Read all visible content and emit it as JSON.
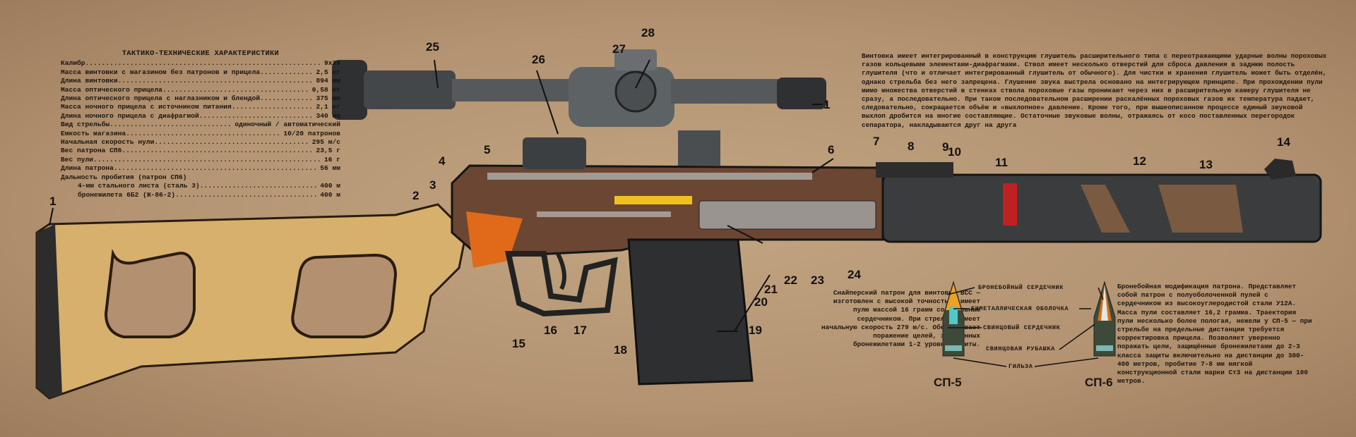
{
  "specs": {
    "title": "ТАКТИКО-ТЕХНИЧЕСКИЕ ХАРАКТЕРИСТИКИ",
    "rows": [
      {
        "label": "Калибр",
        "value": "9x39"
      },
      {
        "label": "Масса винтовки с магазином без патронов и прицела",
        "value": "2,5 кг"
      },
      {
        "label": "Длина винтовки",
        "value": "894 мм"
      },
      {
        "label": "Масса оптического прицела",
        "value": "0,58 кг"
      },
      {
        "label": "Длина оптического прицела с наглазником и блендой",
        "value": "375 мм"
      },
      {
        "label": "Масса ночного прицела с источником питания",
        "value": "2,1 кг"
      },
      {
        "label": "Длина ночного прицела с диафрагмой",
        "value": "340 мм"
      },
      {
        "label": "Вид стрельбы",
        "value": "одиночный / автоматический"
      },
      {
        "label": "Емкость магазина",
        "value": "10/20 патронов"
      },
      {
        "label": "Начальная скорость нули",
        "value": "295 м/с"
      },
      {
        "label": "Вес патрона СП6",
        "value": "23,5 г"
      },
      {
        "label": "Вес пули",
        "value": "16 г"
      },
      {
        "label": "Длина патрона",
        "value": "56 мм"
      }
    ],
    "penetration_title": "Дальность пробития (патрон СП6)",
    "penetration": [
      {
        "label": "4-мм стального листа (сталь 3)",
        "value": "400 м"
      },
      {
        "label": "бронежилета 6Б2 (Ж-86-2)",
        "value": "400 м"
      }
    ]
  },
  "description_top": "Винтовка имеет интегрированный в конструкцию глушитель расширительного типа с переотражающими ударные волны пороховых газов кольцевыми элементами-диафрагмами. Ствол имеет несколько отверстий для сброса давления в заднюю полость глушителя (что и отличает интегрированный глушитель от обычного). Для чистки и хранения глушитель может быть отделён, однако стрельба без него запрещена. Глушение звука выстрела основано на интегрирующем принципе. При прохождении пули мимо множества отверстий в стенках ствола пороховые газы проникают через них в расширительную камеру глушителя не сразу, а последовательно. При таком последовательном расширении раскалённых пороховых газов их температура падает, следовательно, сокращается объём и «выхлопное» давление. Кроме того, при вышеописанном процессе единый звуковой выхлоп дробится на многие составляющие. Остаточные звуковые волны, отражаясь от косо поставленных перегородок сепаратора, накладываются друг на друга",
  "sp5": {
    "name": "СП-5",
    "description": "Снайперский патрон для винтовки ВСС — изготовлен с высокой точностью, имеет пулю массой 16 грамм со стальным сердечником. При стрельбе имеет начальную скорость 279 м/с. Обеспечивает поражение целей, защищённых бронежилетами 1-2 уровня защиты."
  },
  "sp6": {
    "name": "СП-6",
    "description": "Бронебойная модификация патрона. Представляет собой патрон с полуоболоченной пулей с сердечником из высокоуглеродистой стали У12А. Масса пули составляет 16,2 грамма. Траектория пули несколько более пологая, нежели у СП-5 — при стрельбе на предельные дистанции требуется корректировка прицела. Позволяет уверенно поражать цели, защищённые бронежилетами до 2-3 класса защиты включительно на дистанции до 300-400 метров, пробитие 7-8 мм мягкой конструкционной стали марки Ст3 на дистанции 100 метров."
  },
  "cartridge_labels": {
    "armor_core": "БРОНЕБОЙНЫЙ СЕРДЕЧНИК",
    "bimetal_jacket": "БИМЕТАЛЛИЧЕСКАЯ ОБОЛОЧКА",
    "lead_core": "СВИНЦОВЫЙ СЕРДЕЧНИК",
    "lead_jacket": "СВИНЦОВАЯ РУБАШКА",
    "case": "ГИЛЬЗА"
  },
  "callouts": [
    "1",
    "1",
    "2",
    "3",
    "4",
    "5",
    "6",
    "7",
    "8",
    "9",
    "10",
    "11",
    "12",
    "13",
    "14",
    "15",
    "16",
    "17",
    "18",
    "19",
    "20",
    "21",
    "22",
    "23",
    "24",
    "25",
    "26",
    "27",
    "28"
  ],
  "colors": {
    "paper": "#b39371",
    "wood": "#d8b46e",
    "metal": "#3a3b3c",
    "cutaway": "#8a5a3c",
    "accent_orange": "#e06a1a",
    "accent_yellow": "#f0c020"
  }
}
